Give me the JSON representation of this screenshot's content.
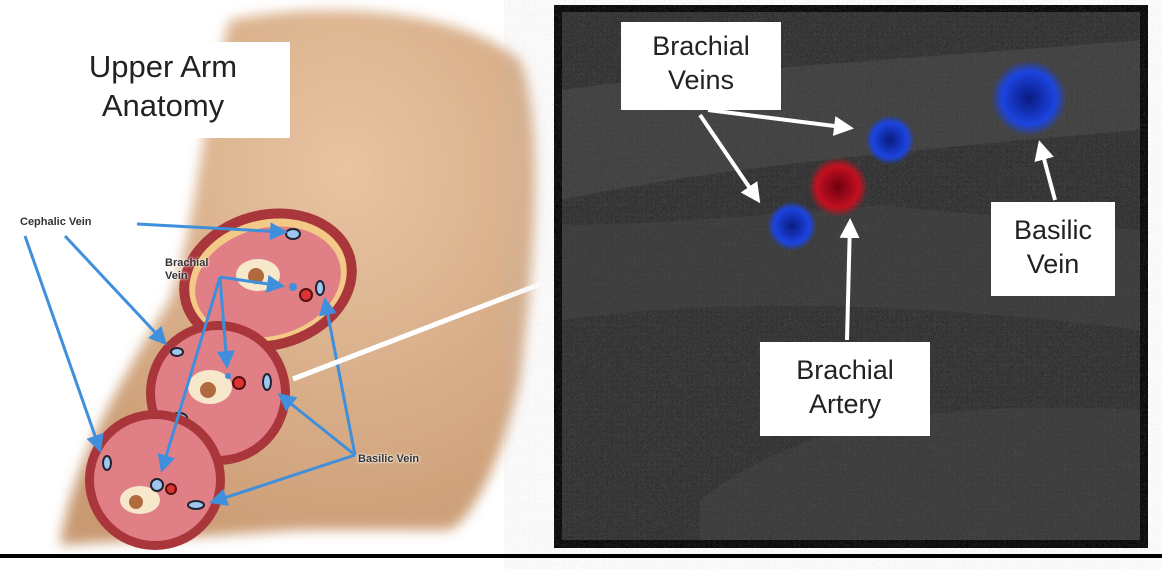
{
  "illustration": {
    "title_line1": "Upper Arm",
    "title_line2": "Anatomy",
    "labels": {
      "cephalic_vein": "Cephalic Vein",
      "brachial_vein_line1": "Brachial",
      "brachial_vein_line2": "Vein",
      "basilic_vein": "Basilic Vein"
    }
  },
  "ultrasound": {
    "brachial_veins_line1": "Brachial",
    "brachial_veins_line2": "Veins",
    "basilic_vein_line1": "Basilic",
    "basilic_vein_line2": "Vein",
    "brachial_artery_line1": "Brachial",
    "brachial_artery_line2": "Artery"
  },
  "colors": {
    "skin": "#d9b08c",
    "arrow_blue": "#3f8fdc",
    "vein_blue": "#1a3fd0",
    "artery_red": "#b01020",
    "muscle": "#e07f86"
  }
}
